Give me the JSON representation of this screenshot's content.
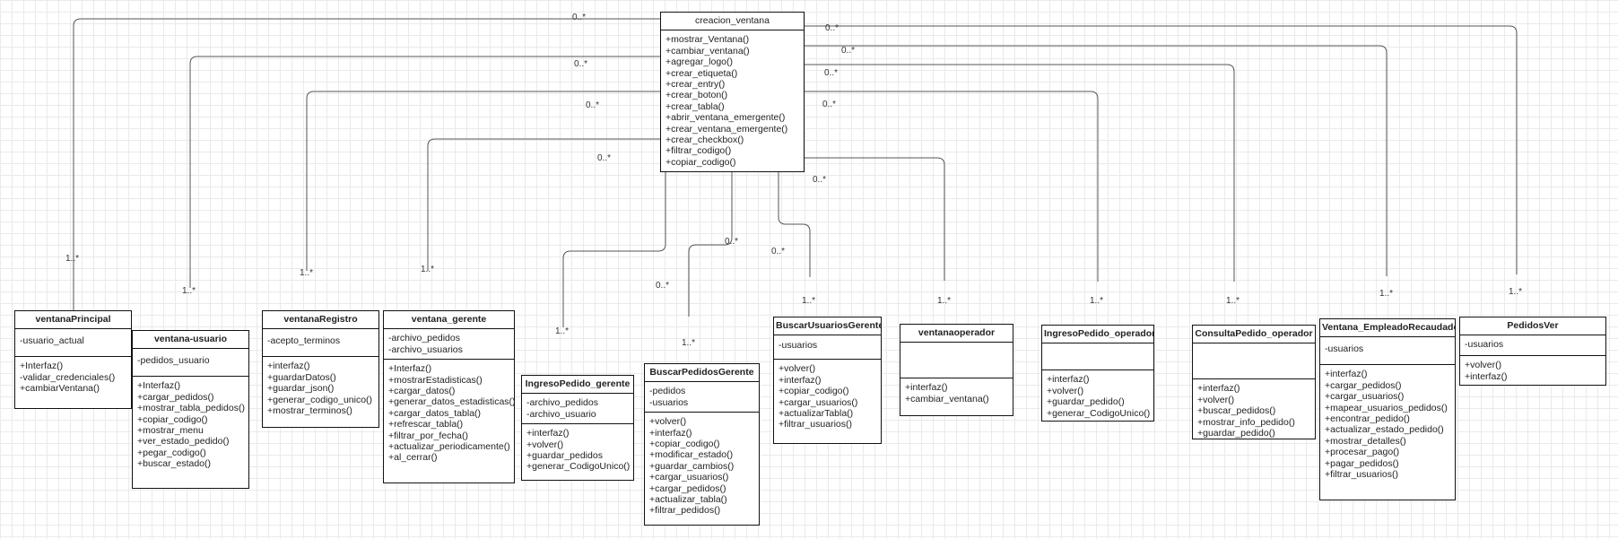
{
  "diagram": {
    "central": {
      "title": "creacion_ventana",
      "attributes": [],
      "methods": [
        "+mostrar_Ventana()",
        "+cambiar_ventana()",
        "+agregar_logo()",
        "+crear_etiqueta()",
        "+crear_entry()",
        "+crear_boton()",
        "+crear_tabla()",
        "+abrir_ventana_emergente()",
        "+crear_ventana_emergente()",
        "+crear_checkbox()",
        "+filtrar_codigo()",
        "+copiar_codigo()"
      ]
    },
    "classes": [
      {
        "title": "ventanaPrincipal",
        "attributes": [
          "-usuario_actual"
        ],
        "methods": [
          "+Interfaz()",
          "-validar_credenciales()",
          "+cambiarVentana()"
        ]
      },
      {
        "title": "ventana-usuario",
        "attributes": [
          "-pedidos_usuario"
        ],
        "methods": [
          "+Interfaz()",
          "+cargar_pedidos()",
          "+mostrar_tabla_pedidos()",
          "+copiar_codigo()",
          "+mostrar_menu",
          "+ver_estado_pedido()",
          "+pegar_codigo()",
          "+buscar_estado()"
        ]
      },
      {
        "title": "ventanaRegistro",
        "attributes": [
          "-acepto_terminos"
        ],
        "methods": [
          "+interfaz()",
          "+guardarDatos()",
          "+guardar_json()",
          "+generar_codigo_unico()",
          "+mostrar_terminos()"
        ]
      },
      {
        "title": "ventana_gerente",
        "attributes": [
          "-archivo_pedidos",
          "-archivo_usuarios"
        ],
        "methods": [
          "+Interfaz()",
          "+mostrarEstadisticas()",
          "+cargar_datos()",
          "+generar_datos_estadisticas()",
          "+cargar_datos_tabla()",
          "+refrescar_tabla()",
          "+filtrar_por_fecha()",
          "+actualizar_periodicamente()",
          "+al_cerrar()"
        ]
      },
      {
        "title": "IngresoPedido_gerente",
        "attributes": [
          "-archivo_pedidos",
          "-archivo_usuario"
        ],
        "methods": [
          "+interfaz()",
          "+volver()",
          "+guardar_pedidos",
          "+generar_CodigoUnico()"
        ]
      },
      {
        "title": "BuscarPedidosGerente",
        "attributes": [
          "-pedidos",
          "-usuarios"
        ],
        "methods": [
          "+volver()",
          "+interfaz()",
          "+copiar_codigo()",
          "+modificar_estado()",
          "+guardar_cambios()",
          "+cargar_usuarios()",
          "+cargar_pedidos()",
          "+actualizar_tabla()",
          "+filtrar_pedidos()"
        ]
      },
      {
        "title": "BuscarUsuariosGerente",
        "attributes": [
          "-usuarios"
        ],
        "methods": [
          "+volver()",
          "+interfaz()",
          "+copiar_codigo()",
          "+cargar_usuarios()",
          "+actualizarTabla()",
          "+filtrar_usuarios()"
        ]
      },
      {
        "title": "ventanaoperador",
        "attributes": [],
        "methods": [
          "+interfaz()",
          "+cambiar_ventana()"
        ]
      },
      {
        "title": "IngresoPedido_operador",
        "attributes": [],
        "methods": [
          "+interfaz()",
          "+volver()",
          "+guardar_pedido()",
          "+generar_CodigoUnico()"
        ]
      },
      {
        "title": "ConsultaPedido_operador",
        "attributes": [],
        "methods": [
          "+interfaz()",
          "+volver()",
          "+buscar_pedidos()",
          "+mostrar_info_pedido()",
          "+guardar_pedido()"
        ]
      },
      {
        "title": "Ventana_EmpleadoRecaudador",
        "attributes": [
          "-usuarios"
        ],
        "methods": [
          "+interfaz()",
          "+cargar_pedidos()",
          "+cargar_usuarios()",
          "+mapear_usuarios_pedidos()",
          "+encontrar_pedido()",
          "+actualizar_estado_pedido()",
          "+mostrar_detalles()",
          "+procesar_pago()",
          "+pagar_pedidos()",
          "+filtrar_usuarios()"
        ]
      },
      {
        "title": "PedidosVer",
        "attributes": [
          "-usuarios"
        ],
        "methods": [
          "+volver()",
          "+interfaz()"
        ]
      }
    ],
    "multiplicities": [
      "0..*",
      "1..*",
      "0..*",
      "1..*",
      "0..*",
      "1..*",
      "0..*",
      "1..*",
      "0..*",
      "1..*",
      "0..*",
      "1..*",
      "0..*",
      "1..*",
      "0..*",
      "1..*",
      "0..*",
      "1..*",
      "0..*",
      "1..*",
      "0..*",
      "1..*",
      "0..*",
      "1..*"
    ]
  }
}
